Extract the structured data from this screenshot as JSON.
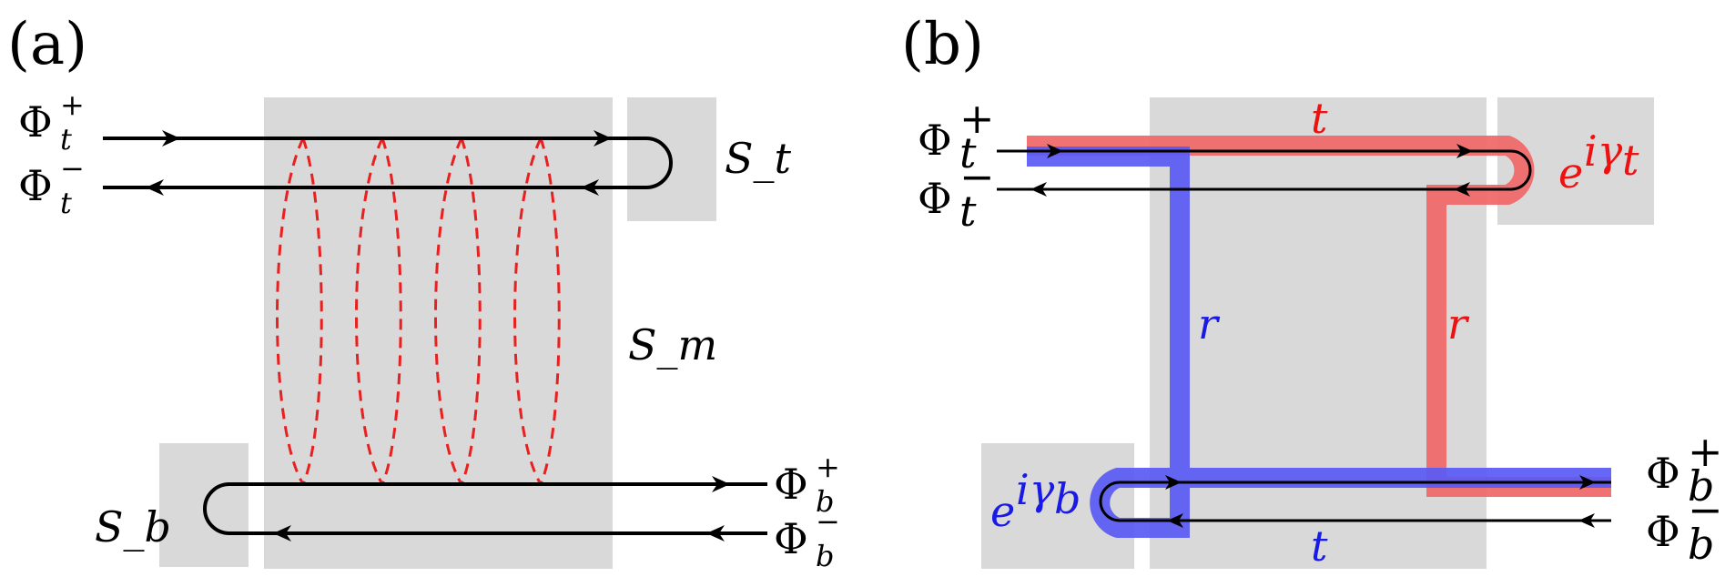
{
  "panel_a": {
    "label": "(a)",
    "boxes": {
      "top": "S_t",
      "middle": "S_m",
      "bottom": "S_b"
    },
    "flux_labels": {
      "top_in": {
        "base": "Φ",
        "sup": "+",
        "sub": "t"
      },
      "top_out": {
        "base": "Φ",
        "sup": "−",
        "sub": "t"
      },
      "bottom_out": {
        "base": "Φ",
        "sup": "+",
        "sub": "b"
      },
      "bottom_in": {
        "base": "Φ",
        "sup": "−",
        "sub": "b"
      }
    }
  },
  "panel_b": {
    "label": "(b)",
    "flux_labels": {
      "top_in": {
        "base": "Φ",
        "sup": "+",
        "sub": "t"
      },
      "top_out": {
        "base": "Φ",
        "sup": "−",
        "sub": "t"
      },
      "bottom_out": {
        "base": "Φ",
        "sup": "+",
        "sub": "b"
      },
      "bottom_in": {
        "base": "Φ",
        "sup": "−",
        "sub": "b"
      }
    },
    "path_labels": {
      "red_t": "t",
      "red_r": "r",
      "red_phase": {
        "base": "e",
        "sup": "iγ",
        "sub": "t"
      },
      "blue_r": "r",
      "blue_t": "t",
      "blue_phase": {
        "base": "e",
        "sup": "iγ",
        "sub": "b"
      }
    },
    "colors": {
      "red": "#f06a6a",
      "blue": "#5a5af5",
      "red_text": "#ee1111",
      "blue_text": "#1a1ae6"
    }
  },
  "colors": {
    "box": "#d9d9d9",
    "line": "#000000",
    "dashed": "#e8201f"
  }
}
